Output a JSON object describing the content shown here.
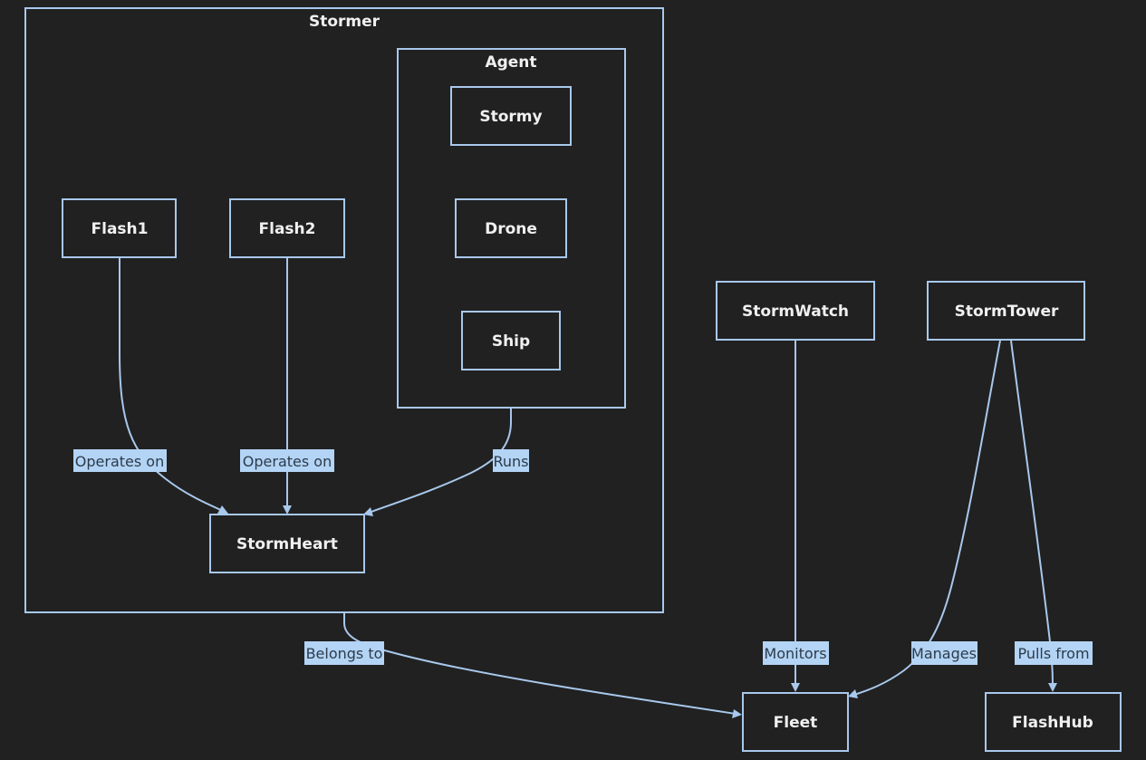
{
  "clusters": {
    "stormer": {
      "label": "Stormer"
    },
    "agent": {
      "label": "Agent"
    }
  },
  "nodes": {
    "stormy": {
      "label": "Stormy"
    },
    "drone": {
      "label": "Drone"
    },
    "ship": {
      "label": "Ship"
    },
    "flash1": {
      "label": "Flash1"
    },
    "flash2": {
      "label": "Flash2"
    },
    "stormheart": {
      "label": "StormHeart"
    },
    "stormwatch": {
      "label": "StormWatch"
    },
    "stormtower": {
      "label": "StormTower"
    },
    "fleet": {
      "label": "Fleet"
    },
    "flashhub": {
      "label": "FlashHub"
    }
  },
  "edges": {
    "flash1_stormheart": {
      "from": "Flash1",
      "to": "StormHeart",
      "label": "Operates on"
    },
    "flash2_stormheart": {
      "from": "Flash2",
      "to": "StormHeart",
      "label": "Operates on"
    },
    "agent_stormheart": {
      "from": "Agent",
      "to": "StormHeart",
      "label": "Runs"
    },
    "stormer_fleet": {
      "from": "Stormer",
      "to": "Fleet",
      "label": "Belongs to"
    },
    "stormwatch_fleet": {
      "from": "StormWatch",
      "to": "Fleet",
      "label": "Monitors"
    },
    "stormtower_fleet": {
      "from": "StormTower",
      "to": "Fleet",
      "label": "Manages"
    },
    "stormtower_flashhub": {
      "from": "StormTower",
      "to": "FlashHub",
      "label": "Pulls from"
    }
  },
  "colors": {
    "background": "#212121",
    "stroke": "#a8c8ec",
    "node_text": "#f0f0f0",
    "edge_label_bg": "#b3d4f5",
    "edge_label_text": "#2d3b4a"
  }
}
